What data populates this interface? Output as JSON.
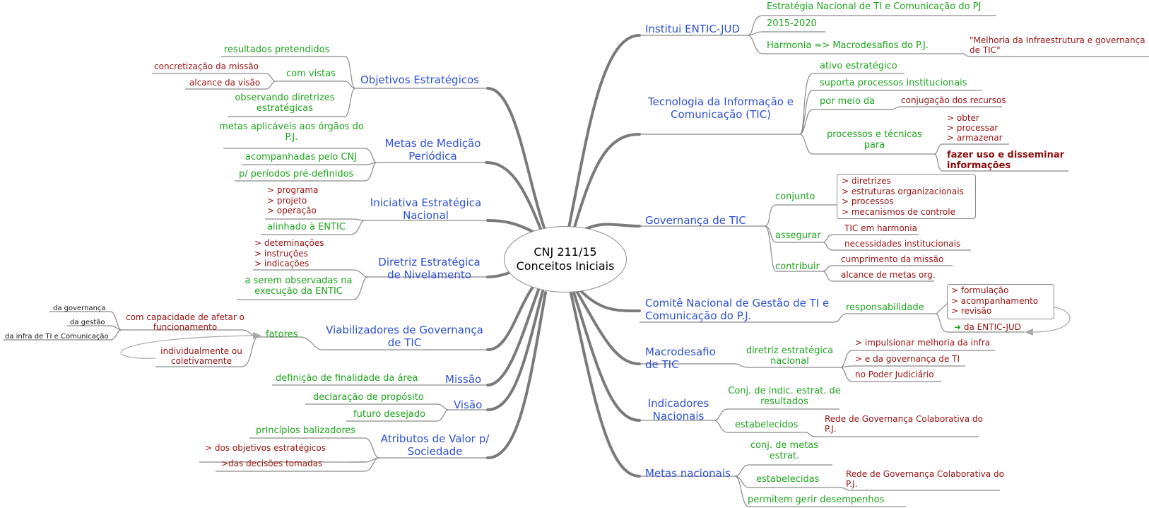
{
  "center": {
    "line1": "CNJ 211/15",
    "line2": "Conceitos Iniciais"
  },
  "right": {
    "instituti": {
      "title": "Institui ENTIC-JUD",
      "c1": "Estratégia Nacional de TI e Comunicação do PJ",
      "c2": "2015-2020",
      "c3": "Harmonia => Macrodesafios do P.J.",
      "c3a": "\"Melhoria da Infraestrutura e governança de TIC\""
    },
    "tic": {
      "title": "Tecnologia da Informação e Comunicação (TIC)",
      "c1": "ativo estratégico",
      "c2": "suporta processos institucionais",
      "c3": "por meio da",
      "c3a": "conjugação dos recursos",
      "c4": "processos e técnicas para",
      "c4a": "> obter\n> processar\n> armazenar",
      "c4b": "fazer uso e disseminar informações"
    },
    "gov": {
      "title": "Governança de TIC",
      "c1": "conjunto",
      "c1a": "> diretrizes\n> estruturas organizacionais\n> processos\n> mecanismos de controle",
      "c2": "assegurar",
      "c2a": "TIC em harmonia",
      "c2b": "necessidades institucionais",
      "c3": "contribuir",
      "c3a": "cumprimento da missão",
      "c3b": "alcance de metas org."
    },
    "comite": {
      "title": "Comitê Nacional de Gestão de TI e Comunicação do P.J.",
      "c1": "responsabilidade",
      "c1a": "> formulação\n> acompanhamento\n> revisão",
      "c1b": "da ENTIC-JUD"
    },
    "macro": {
      "title": "Macrodesafio de TIC",
      "c1": "diretriz estratégica nacional",
      "c1a": "> impulsionar melhoria da infra",
      "c1b": "> e da governança de TI",
      "c1c": "no Poder Judiciário"
    },
    "indic": {
      "title": "Indicadores Nacionais",
      "c1": "Conj. de indic. estrat. de resultados",
      "c2": "estabelecidos",
      "c2a": "Rede de Governança Colaborativa do P.J."
    },
    "metas": {
      "title": "Metas nacionais",
      "c1": "conj. de metas estrat.",
      "c2": "estabelecidas",
      "c2a": "Rede de Governança Colaborativa do P.J.",
      "c3": "permitem gerir desempenhos"
    }
  },
  "left": {
    "obj": {
      "title": "Objetivos Estratégicos",
      "c1": "resultados pretendidos",
      "c2": "com vistas",
      "c2a": "concretização da missão",
      "c2b": "alcance da visão",
      "c3": "observando diretrizes estratégicas"
    },
    "metasmed": {
      "title": "Metas de Medição Periódica",
      "c1": "metas aplicáveis aos órgãos do P.J.",
      "c2": "acompanhadas pelo CNJ",
      "c3": "p/ períodos pré-definidos"
    },
    "inic": {
      "title": "Iniciativa Estratégica Nacional",
      "c1": "> programa\n> projeto\n> operação",
      "c2": "alinhado à ENTIC"
    },
    "diretriz": {
      "title": "Diretriz Estratégica de Nivelamento",
      "c1": "> deteminações\n> instruções\n> indicações",
      "c2": "a serem observadas na execução da ENTIC"
    },
    "viab": {
      "title": "Viabilizadores de Governança de TIC",
      "c1": "fatores",
      "c1a": "com capacidade de afetar o funcionamento",
      "c1a1": "da governança",
      "c1a2": "da gestão",
      "c1a3": "da infra de TI e Comunicação",
      "c1b": "individualmente ou coletivamente"
    },
    "missao": {
      "title": "Missão",
      "c1": "definição de finalidade da área"
    },
    "visao": {
      "title": "Visão",
      "c1": "declaração de propósito",
      "c2": "futuro desejado"
    },
    "atrib": {
      "title": "Atributos de Valor p/ Sociedade",
      "c1": "princípios balizadores",
      "c2": "> dos objetivos estratégicos",
      "c3": ">das decisões tomadas"
    }
  }
}
